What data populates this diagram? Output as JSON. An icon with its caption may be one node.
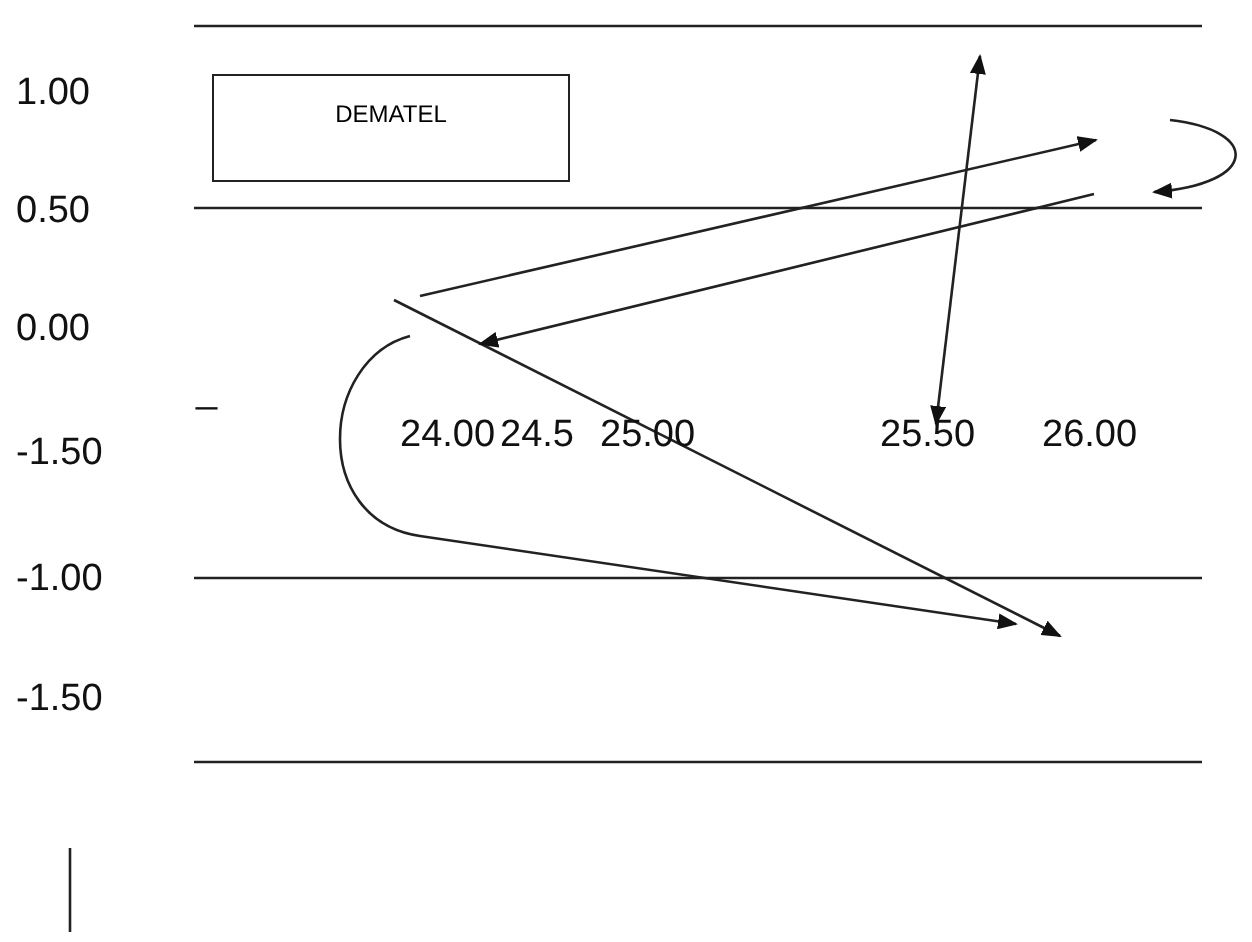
{
  "diagram": {
    "nodes": [
      {
        "text": [
          "DEMATEL"
        ]
      }
    ],
    "labels": [
      "1.00",
      "0.50",
      "0.00",
      "_",
      "-1.50",
      "24.00",
      "24.5",
      "25.00",
      "25.50",
      "26.00",
      "-1.00",
      "-1.50"
    ]
  }
}
